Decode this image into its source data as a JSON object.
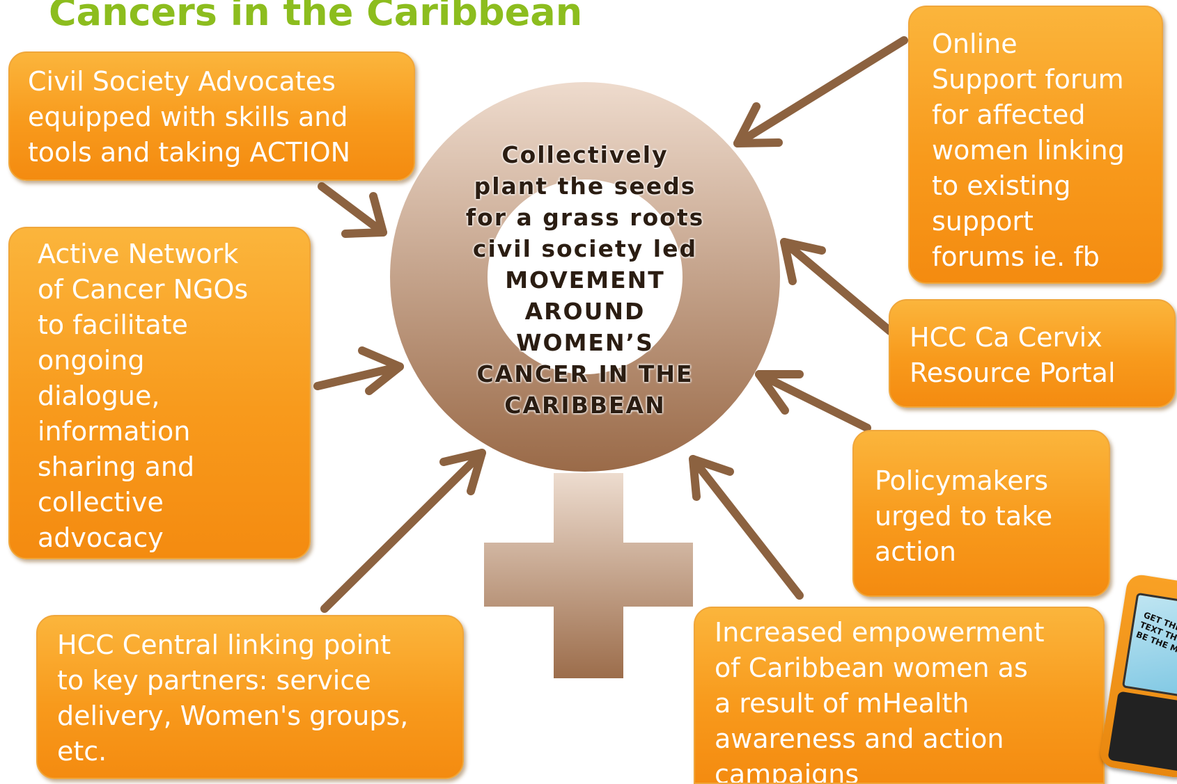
{
  "title": "Cancers in the Caribbean",
  "center": {
    "lines": [
      "Collectively",
      "plant the seeds",
      "for a grass roots",
      "civil society led",
      "MOVEMENT",
      "AROUND",
      "WOMEN’S",
      "CANCER IN THE",
      "CARIBBEAN"
    ]
  },
  "boxes": {
    "civil_society": "Civil Society Advocates\nequipped with skills and\ntools and taking ACTION",
    "network": "Active Network\nof Cancer NGOs\nto facilitate\nongoing\ndialogue,\ninformation\nsharing and\ncollective\nadvocacy",
    "hcc_central": "HCC Central linking point\nto key partners: service\ndelivery, Women's groups,\netc.",
    "online_forum": "Online\nSupport forum\nfor affected\nwomen linking\nto existing\nsupport\nforums ie. fb",
    "portal": "HCC Ca Cervix\nResource Portal",
    "policymakers": "Policymakers\nurged to take\naction",
    "empowerment": "Increased empowerment\nof Caribbean women as\na result of mHealth\nawareness and action\ncampaigns"
  },
  "phone": {
    "screen_text": "GET THE\nTEXT TH\nBE THE M"
  },
  "colors": {
    "title": "#8cbd1e",
    "box": "#f89a1c",
    "arrow": "#8c6240",
    "ring_light": "#ecd6c7",
    "ring_dark": "#9a6a48"
  }
}
